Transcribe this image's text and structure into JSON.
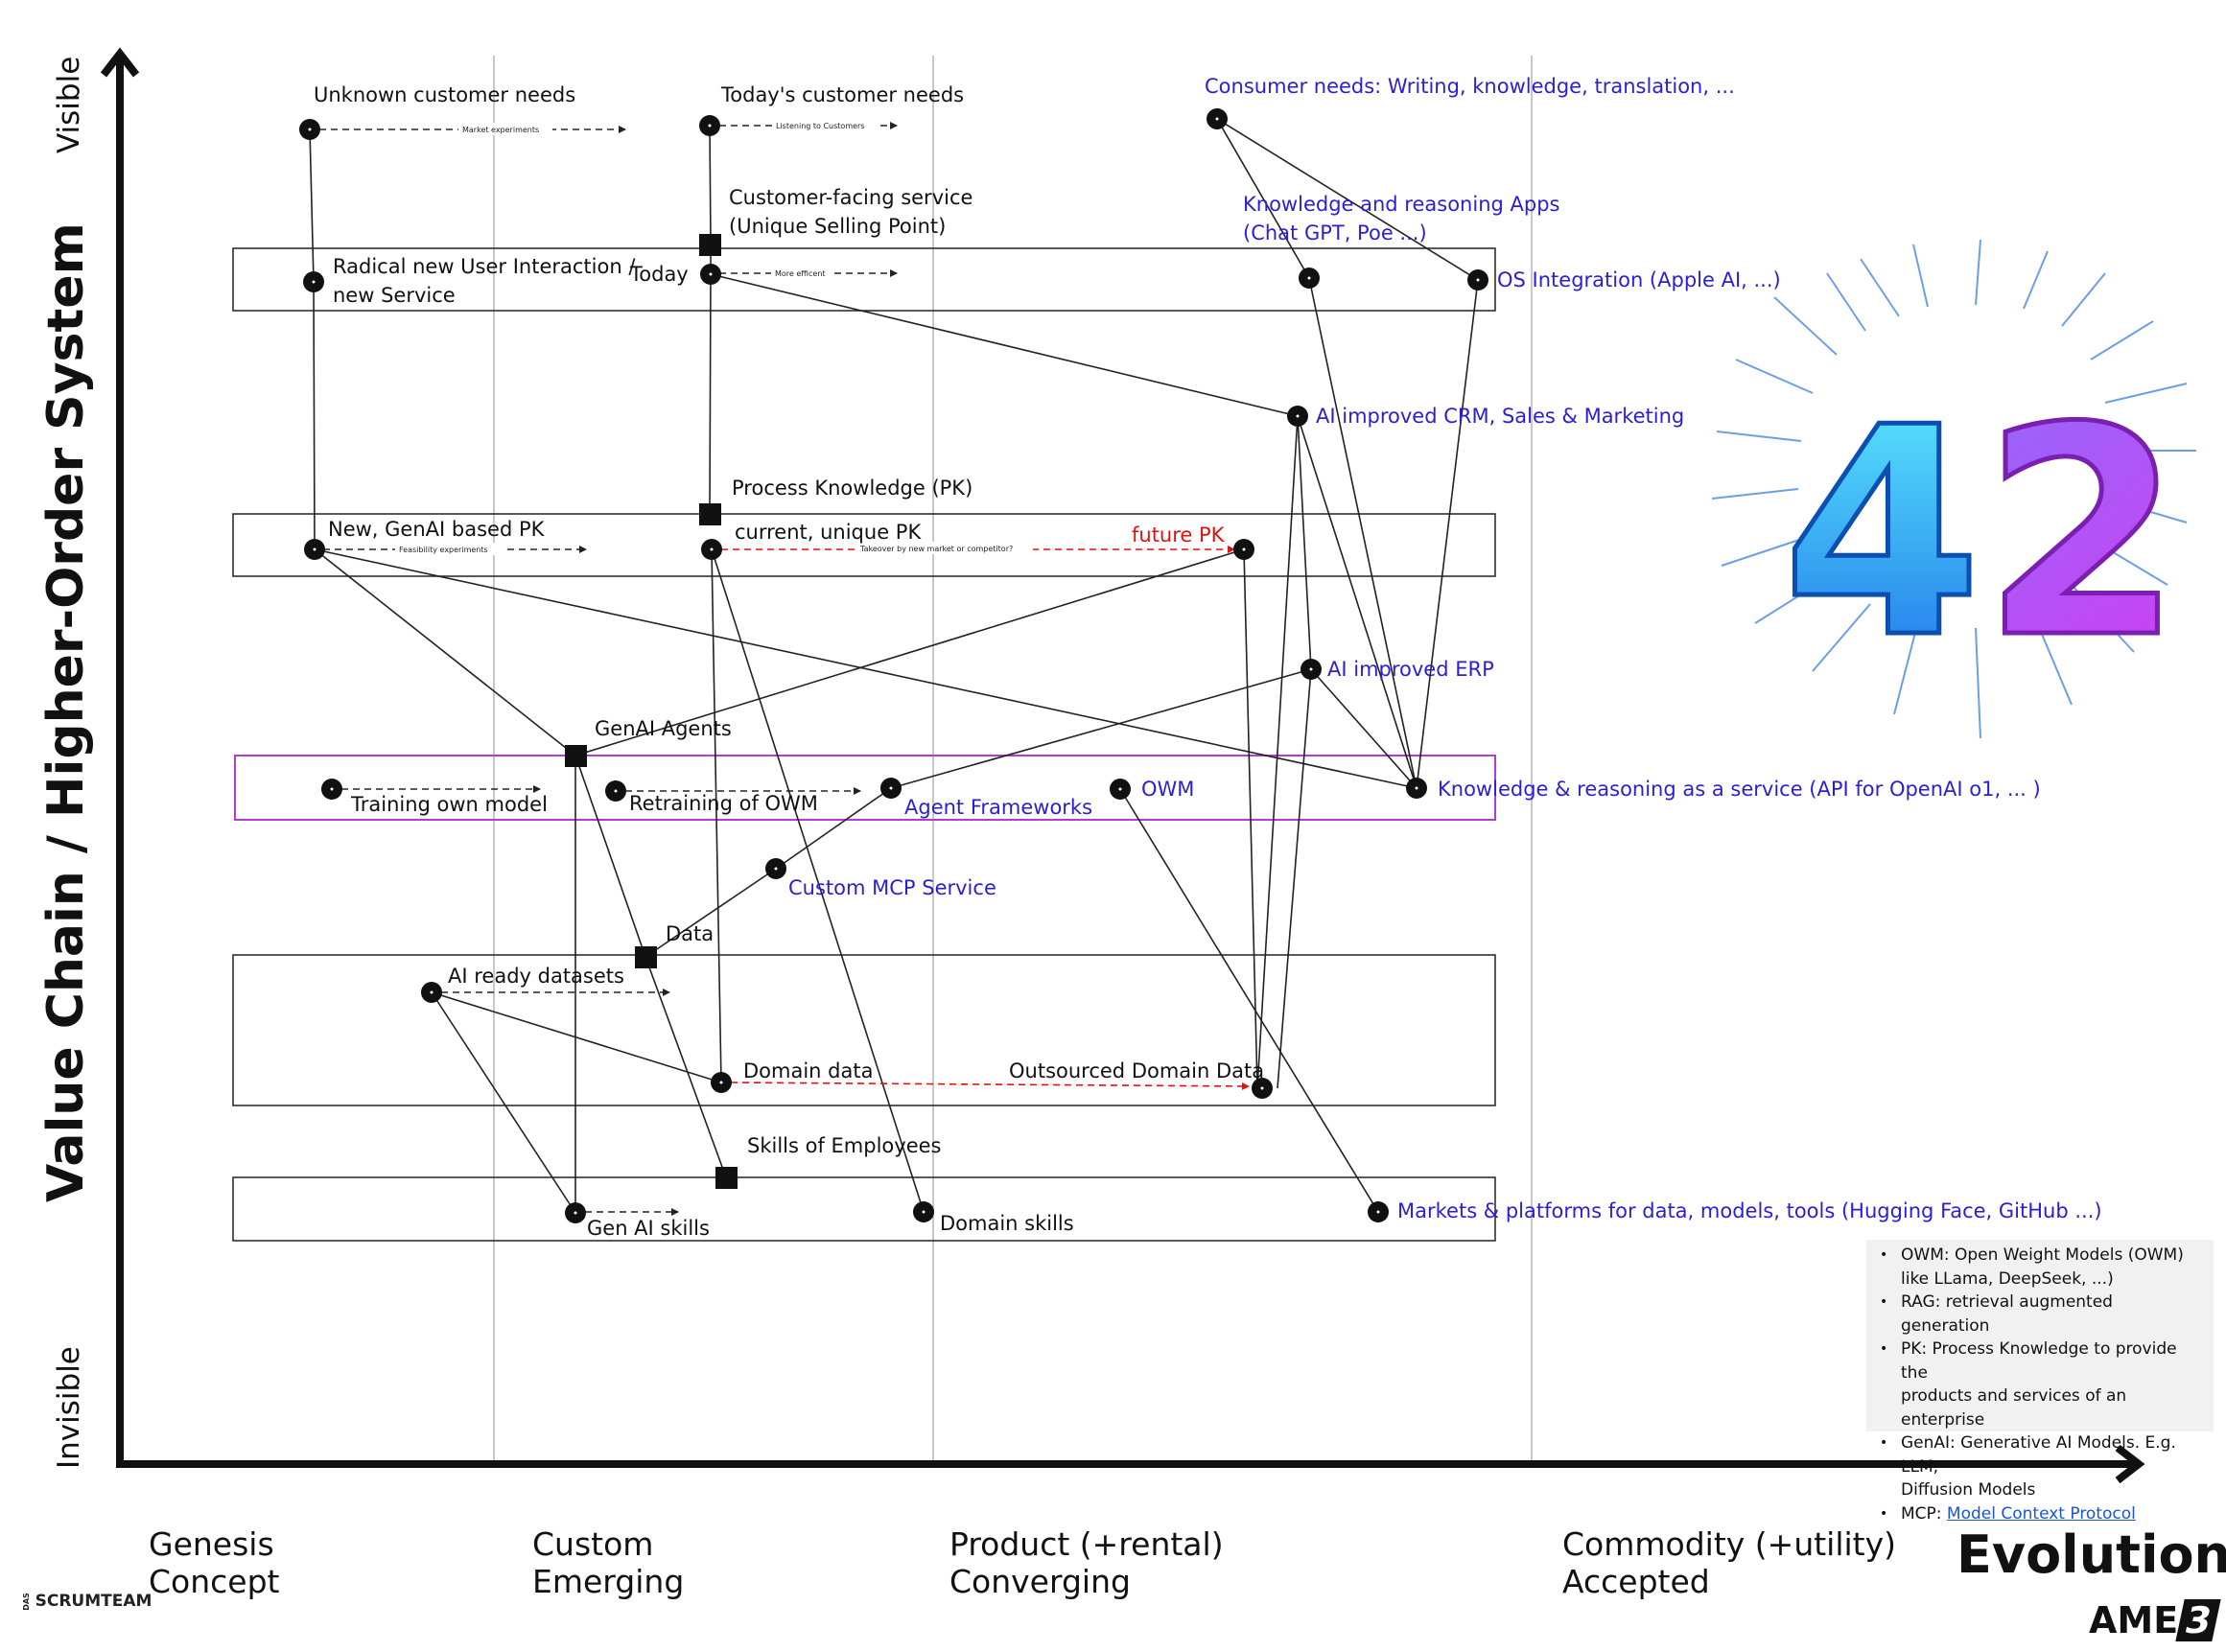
{
  "axes": {
    "y_title": "Value Chain / Higher-Order System",
    "y_top": "Visible",
    "y_bottom": "Invisible",
    "x_title": "Evolution",
    "stages": [
      {
        "line1": "Genesis",
        "line2": "Concept"
      },
      {
        "line1": "Custom",
        "line2": "Emerging"
      },
      {
        "line1": "Product (+rental)",
        "line2": "Converging"
      },
      {
        "line1": "Commodity (+utility)",
        "line2": "Accepted"
      }
    ]
  },
  "labels": {
    "unknown_needs": "Unknown customer needs",
    "todays_needs": "Today's customer needs",
    "consumer_needs": "Consumer needs: Writing, knowledge, translation, ...",
    "cfs_1": "Customer-facing service",
    "cfs_2": "(Unique Selling Point)",
    "kr_apps_1": "Knowledge and reasoning Apps",
    "kr_apps_2": "(Chat GPT, Poe ...)",
    "radical_1": "Radical new User Interaction /",
    "radical_2": "new Service",
    "today": "Today",
    "os_integration": "OS Integration (Apple AI, ...)",
    "crm": "AI improved CRM, Sales & Marketing",
    "pk": "Process Knowledge (PK)",
    "new_pk": "New, GenAI based PK",
    "current_pk": "current, unique PK",
    "future_pk": "future PK",
    "erp": "AI improved ERP",
    "genai_agents": "GenAI Agents",
    "training": "Training own model",
    "retraining": "Retraining of OWM",
    "agent_fw": "Agent Frameworks",
    "owm": "OWM",
    "kr_service": "Knowledge & reasoning as a service (API for OpenAI o1, ... )",
    "mcp_service": "Custom MCP Service",
    "data": "Data",
    "ai_datasets": "AI ready datasets",
    "domain_data": "Domain data",
    "outsourced": "Outsourced Domain Data",
    "skills_emp": "Skills of Employees",
    "genai_skills": "Gen AI skills",
    "domain_skills": "Domain skills",
    "markets": "Markets & platforms for data, models, tools (Hugging Face, GitHub ...)"
  },
  "arrow_notes": {
    "market_experiments": "Market experiments",
    "listening": "Listening to Customers",
    "more_efficient": "More efficent",
    "feasibility": "Feasibility experiments",
    "takeover": "Takeover by new market or competitor?"
  },
  "legend": [
    {
      "line1": "OWM: Open Weight Models (OWM)",
      "line2": "like LLama, DeepSeek, ...)"
    },
    {
      "line1": "RAG: retrieval augmented generation",
      "line2": ""
    },
    {
      "line1": "PK: Process Knowledge to provide the",
      "line2": "products and services of an enterprise"
    },
    {
      "line1": "GenAI: Generative AI Models. E.g. LLM,",
      "line2": "Diffusion Models"
    }
  ],
  "legend_mcp_prefix": "MCP: ",
  "legend_mcp_link": "Model Context Protocol",
  "badge_number": "42",
  "logo_left_small": "DAS",
  "logo_left_main": "SCRUMTEAM",
  "logo_right_text": "AME",
  "logo_right_num": "3",
  "colors": {
    "blue_label": "#2a1ed6",
    "red_label": "#e0120f",
    "agents_box": "#b23bd6",
    "legend_bg": "#f1f1f1"
  }
}
